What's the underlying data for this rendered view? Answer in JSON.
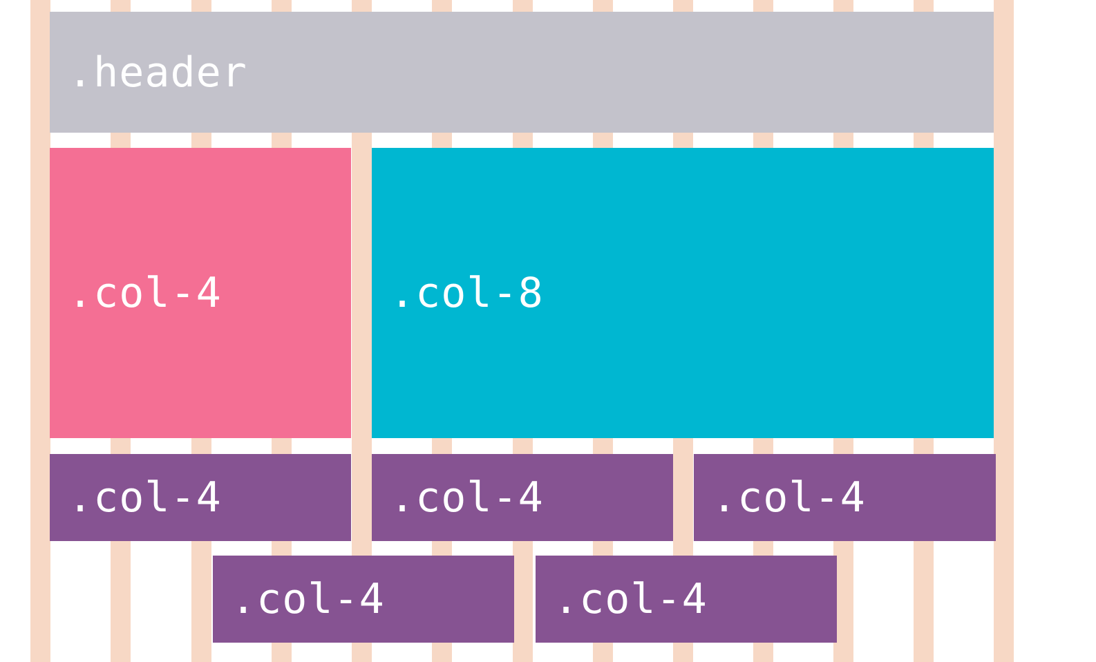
{
  "colors": {
    "gridline": "#f7d8c5",
    "header": "#c3c2cb",
    "col_pink": "#f46f94",
    "col_cyan": "#00b7d1",
    "col_purple": "#865392",
    "text": "#ffffff"
  },
  "header": {
    "label": ".header"
  },
  "row1": [
    {
      "label": ".col-4"
    },
    {
      "label": ".col-8"
    }
  ],
  "row2": [
    {
      "label": ".col-4"
    },
    {
      "label": ".col-4"
    },
    {
      "label": ".col-4"
    }
  ],
  "row3": [
    {
      "label": ".col-4"
    },
    {
      "label": ".col-4"
    }
  ]
}
